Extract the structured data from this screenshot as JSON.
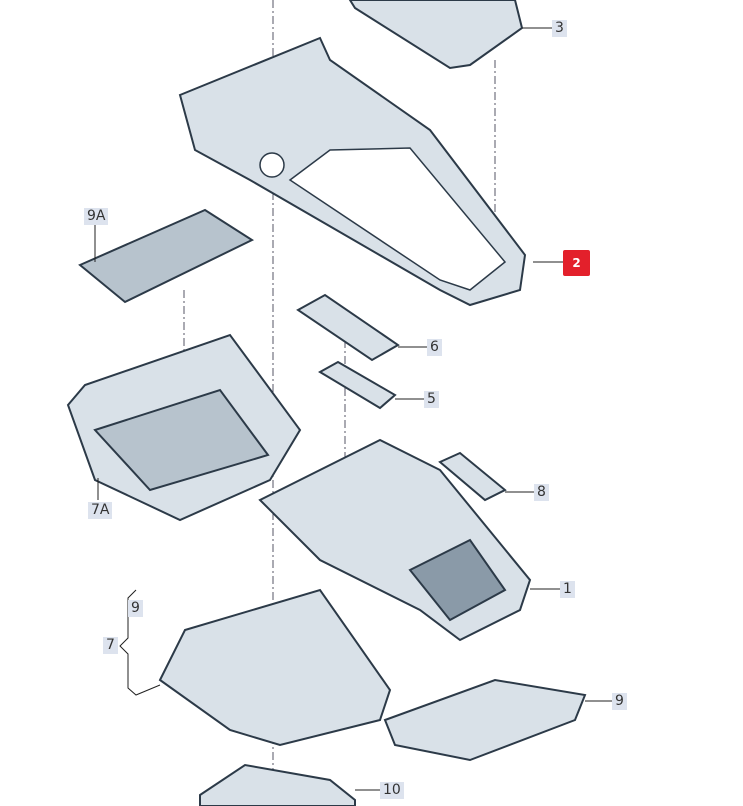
{
  "diagram": {
    "labels": {
      "p3": "3",
      "p2": "2",
      "p9A": "9A",
      "p6": "6",
      "p5": "5",
      "p8": "8",
      "p7A": "7A",
      "p1": "1",
      "p9a": "9",
      "p7": "7",
      "p9b": "9",
      "p10": "10"
    },
    "highlight_color": "#e3202b"
  }
}
